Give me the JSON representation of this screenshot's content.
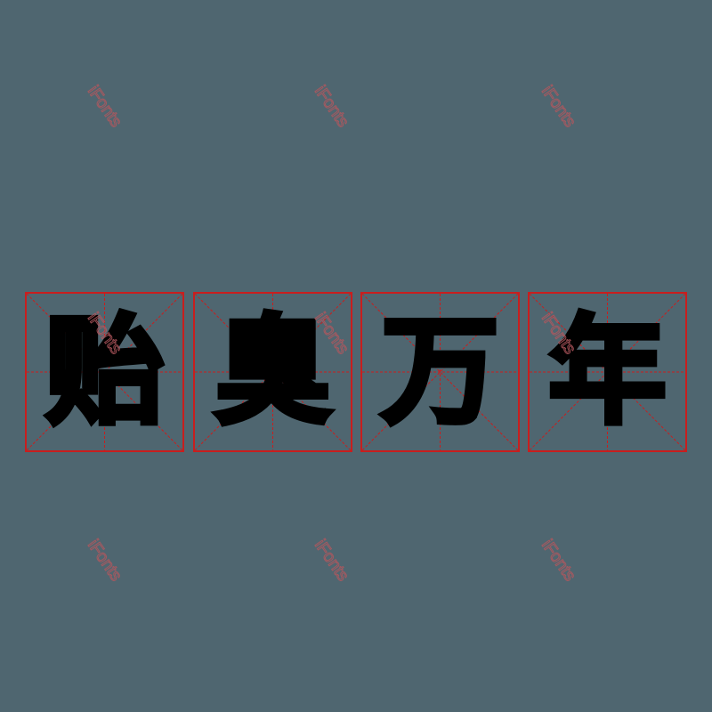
{
  "phrase": {
    "characters": [
      "贻",
      "臭",
      "万",
      "年"
    ]
  },
  "watermark": {
    "text": "iFonts"
  },
  "colors": {
    "background": "#4f6670",
    "grid_line": "#c81e1e",
    "glyph": "#000000",
    "watermark": "#b2575e"
  }
}
